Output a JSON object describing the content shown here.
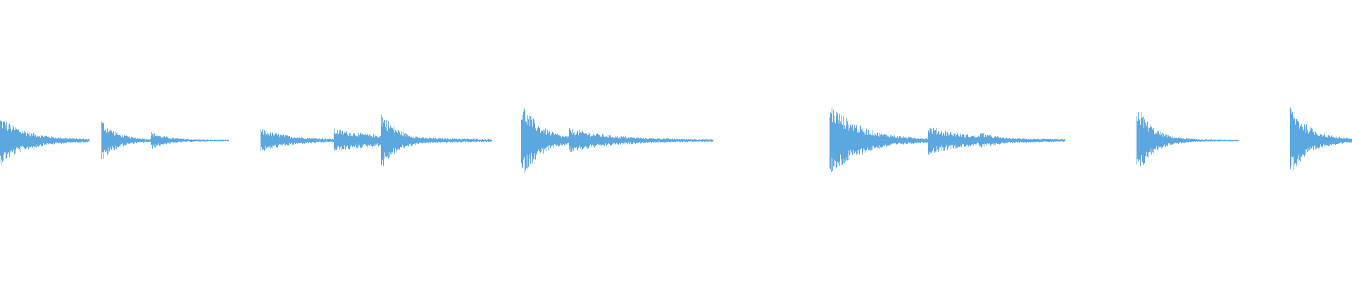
{
  "waveform": {
    "color": "#5ba7e0",
    "onsets": [
      {
        "start": 0.0,
        "end": 0.0664,
        "peak": 0.34,
        "decay": 0.3
      },
      {
        "start": 0.0749,
        "end": 0.1692,
        "peak": 0.3,
        "decay": 0.12
      },
      {
        "start": 0.1113,
        "end": 0.1692,
        "peak": 0.12,
        "decay": 0.2
      },
      {
        "start": 0.1928,
        "end": 0.2475,
        "peak": 0.16,
        "decay": 0.4
      },
      {
        "start": 0.2471,
        "end": 0.3641,
        "peak": 0.16,
        "decay": 0.35
      },
      {
        "start": 0.2819,
        "end": 0.3641,
        "peak": 0.42,
        "decay": 0.15
      },
      {
        "start": 0.3856,
        "end": 0.5275,
        "peak": 0.56,
        "decay": 0.1
      },
      {
        "start": 0.421,
        "end": 0.5275,
        "peak": 0.17,
        "decay": 0.3
      },
      {
        "start": 0.6136,
        "end": 0.7879,
        "peak": 0.54,
        "decay": 0.13
      },
      {
        "start": 0.6864,
        "end": 0.7879,
        "peak": 0.2,
        "decay": 0.3
      },
      {
        "start": 0.7246,
        "end": 0.7879,
        "peak": 0.11,
        "decay": 0.25
      },
      {
        "start": 0.8406,
        "end": 0.9161,
        "peak": 0.54,
        "decay": 0.15
      },
      {
        "start": 0.9541,
        "end": 1.0,
        "peak": 0.5,
        "decay": 0.32
      }
    ]
  }
}
